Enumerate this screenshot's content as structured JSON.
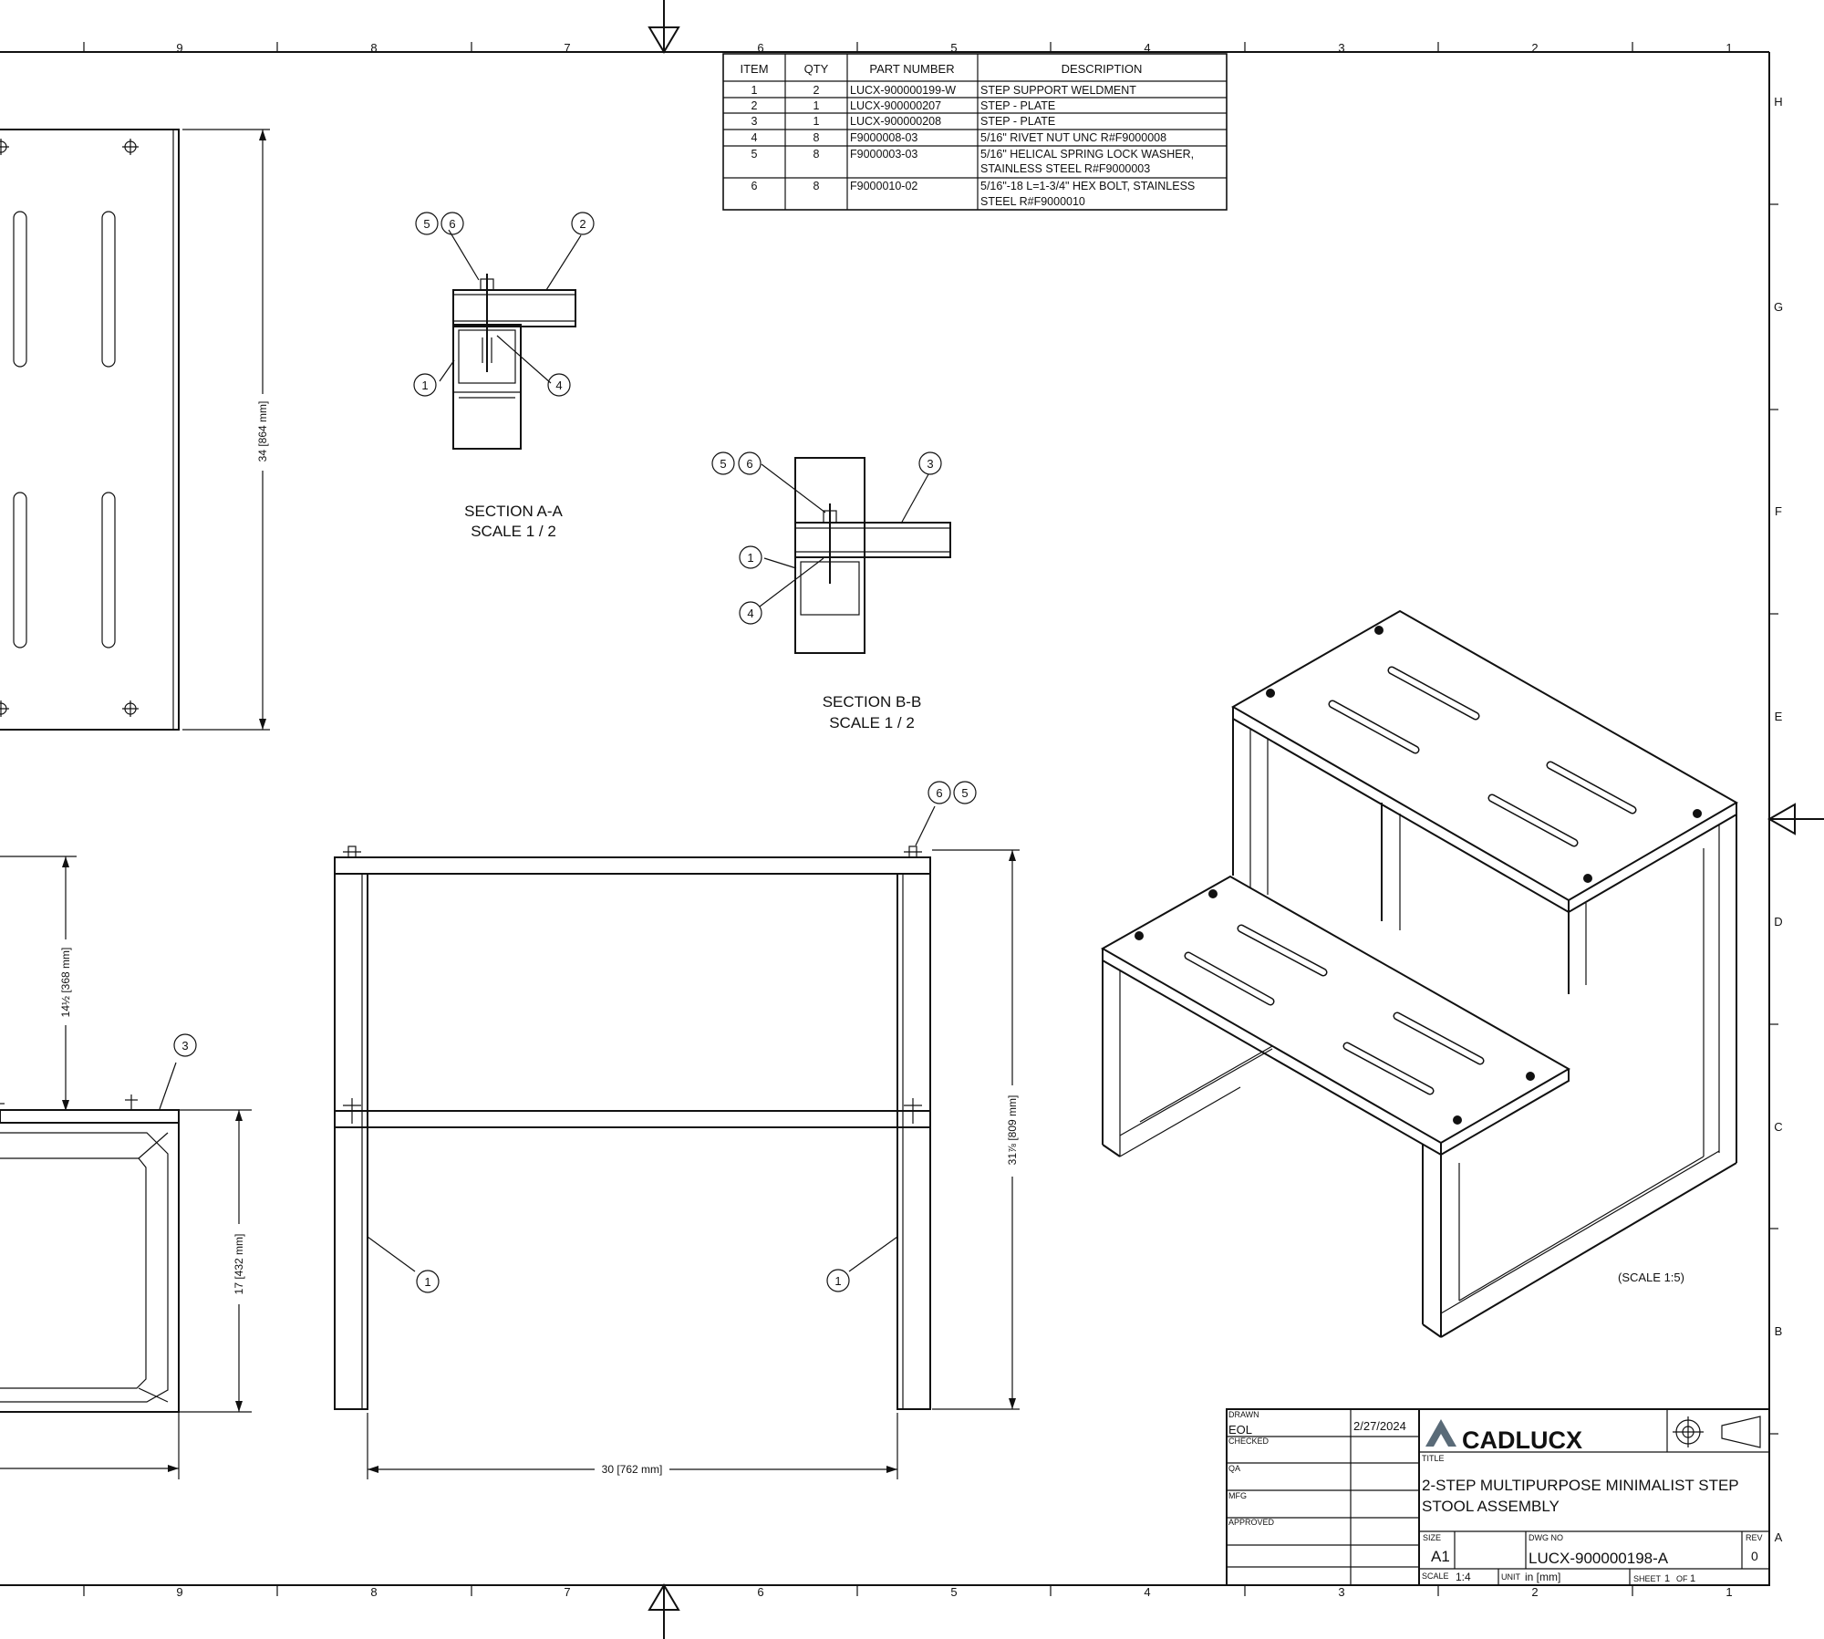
{
  "frame": {
    "top_zones": [
      "9",
      "8",
      "7",
      "6",
      "5",
      "4",
      "3",
      "2",
      "1"
    ],
    "bottom_zones": [
      "9",
      "8",
      "7",
      "6",
      "5",
      "4",
      "3",
      "2",
      "1"
    ],
    "right_zones": [
      "H",
      "G",
      "F",
      "E",
      "D",
      "C",
      "B",
      "A"
    ]
  },
  "bom": {
    "headers": [
      "ITEM",
      "QTY",
      "PART NUMBER",
      "DESCRIPTION"
    ],
    "rows": [
      {
        "item": "1",
        "qty": "2",
        "part": "LUCX-900000199-W",
        "desc1": "STEP SUPPORT WELDMENT",
        "desc2": ""
      },
      {
        "item": "2",
        "qty": "1",
        "part": "LUCX-900000207",
        "desc1": "STEP - PLATE",
        "desc2": ""
      },
      {
        "item": "3",
        "qty": "1",
        "part": "LUCX-900000208",
        "desc1": "STEP - PLATE",
        "desc2": ""
      },
      {
        "item": "4",
        "qty": "8",
        "part": "F9000008-03",
        "desc1": "5/16\" RIVET NUT UNC   R#F9000008",
        "desc2": ""
      },
      {
        "item": "5",
        "qty": "8",
        "part": "F9000003-03",
        "desc1": "5/16\" HELICAL SPRING LOCK WASHER,",
        "desc2": "STAINLESS STEEL   R#F9000003"
      },
      {
        "item": "6",
        "qty": "8",
        "part": "F9000010-02",
        "desc1": "5/16\"-18 L=1-3/4\" HEX BOLT, STAINLESS",
        "desc2": "STEEL   R#F9000010"
      }
    ]
  },
  "sections": {
    "a_title": "SECTION A-A",
    "a_scale": "SCALE 1 / 2",
    "b_title": "SECTION B-B",
    "b_scale": "SCALE 1 / 2"
  },
  "balloons": {
    "one": "1",
    "two": "2",
    "three": "3",
    "four": "4",
    "five": "5",
    "six": "6"
  },
  "dimensions": {
    "top_plate_height": "34 [864 mm]",
    "upper_offset": "14½ [368 mm]",
    "lower_height": "17 [432 mm]",
    "overall_height": "31⅞ [809 mm]",
    "width": "30 [762 mm]"
  },
  "iso_scale": "(SCALE 1:5)",
  "title_block": {
    "drawn_label": "DRAWN",
    "drawn_by": "EOL",
    "drawn_date": "2/27/2024",
    "checked_label": "CHECKED",
    "qa_label": "QA",
    "mfg_label": "MFG",
    "approved_label": "APPROVED",
    "company": "CADLUCX",
    "title_label": "TITLE",
    "title_line1": "2-STEP MULTIPURPOSE MINIMALIST STEP",
    "title_line2": "STOOL ASSEMBLY",
    "size_label": "SIZE",
    "size": "A1",
    "dwg_label": "DWG NO",
    "dwg_no": "LUCX-900000198-A",
    "rev_label": "REV",
    "rev": "0",
    "scale_label": "SCALE",
    "scale": "1:4",
    "unit_label": "UNIT",
    "unit": "in [mm]",
    "sheet_label": "SHEET",
    "sheet": "1",
    "of_label": "OF",
    "sheet_total": "1"
  }
}
